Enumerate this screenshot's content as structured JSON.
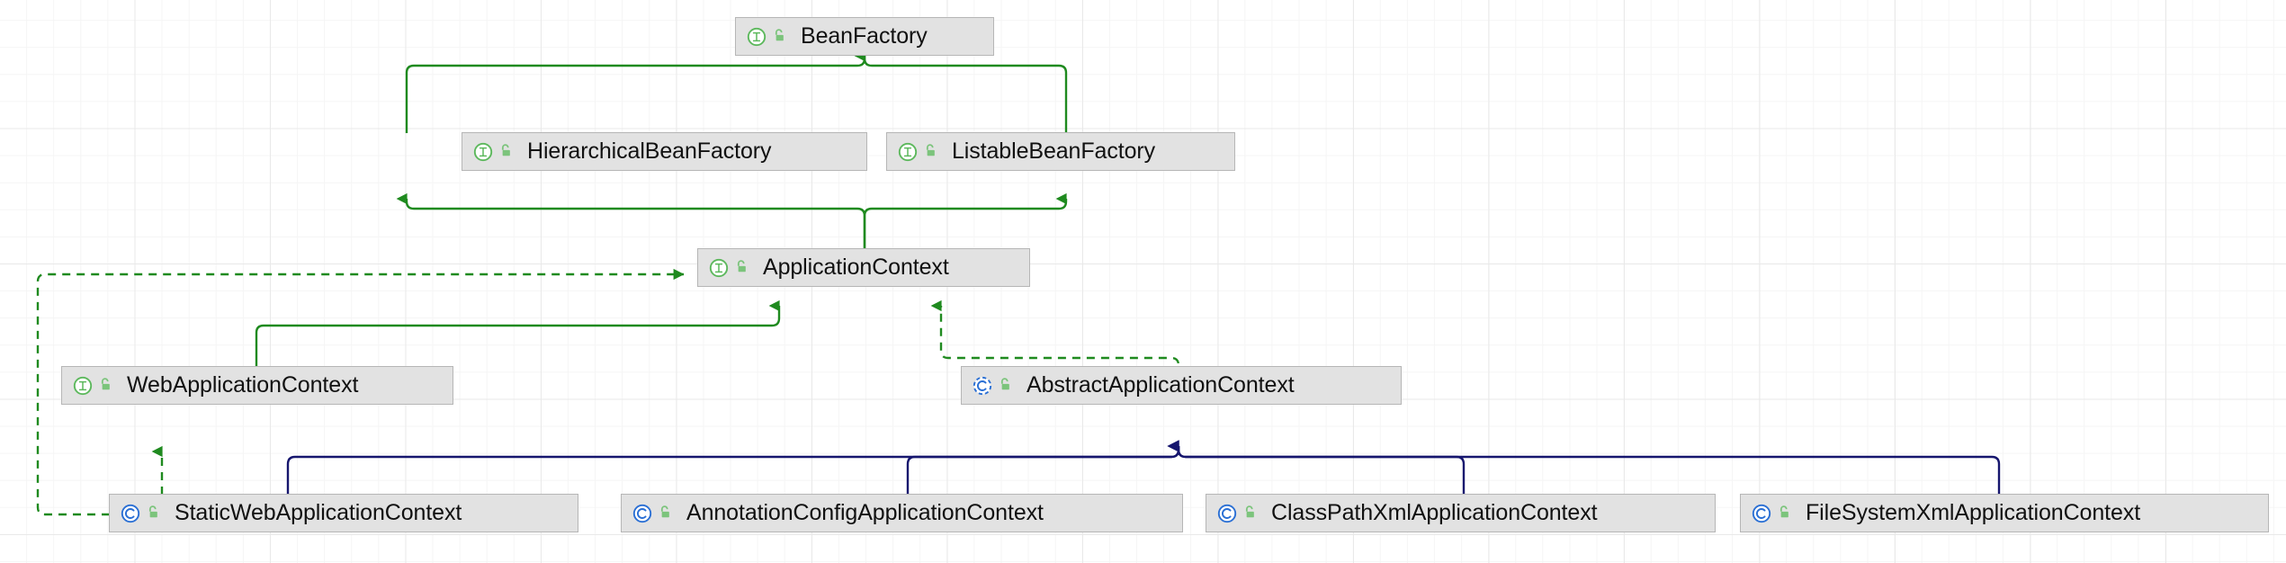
{
  "diagram": {
    "title": "Spring ApplicationContext Class Hierarchy",
    "kind": "uml-class-diagram",
    "background": "#ffffff",
    "grid": {
      "enabled": true,
      "minor_color": "#f5f5f5",
      "major_color": "#e9e9e9",
      "minor_size": 30,
      "major_size": 150
    },
    "colors": {
      "node_fill": "#e2e2e2",
      "node_border": "#b6b6b6",
      "label_text": "#111111",
      "interface_icon": "#5cb85c",
      "class_icon": "#2a6fd4",
      "lock_icon": "#7cc47c",
      "realization_edge": "#1f8a1f",
      "extension_edge": "#1f8a1f",
      "inheritance_edge": "#16166e"
    },
    "nodes": [
      {
        "id": "beanFactory",
        "label": "BeanFactory",
        "stereotype": "interface",
        "icon": "interface-icon",
        "lock": "unlocked-padlock-icon"
      },
      {
        "id": "hierarchicalBeanFactory",
        "label": "HierarchicalBeanFactory",
        "stereotype": "interface",
        "icon": "interface-icon",
        "lock": "unlocked-padlock-icon"
      },
      {
        "id": "listableBeanFactory",
        "label": "ListableBeanFactory",
        "stereotype": "interface",
        "icon": "interface-icon",
        "lock": "unlocked-padlock-icon"
      },
      {
        "id": "applicationContext",
        "label": "ApplicationContext",
        "stereotype": "interface",
        "icon": "interface-icon",
        "lock": "unlocked-padlock-icon"
      },
      {
        "id": "webApplicationContext",
        "label": "WebApplicationContext",
        "stereotype": "interface",
        "icon": "interface-icon",
        "lock": "unlocked-padlock-icon"
      },
      {
        "id": "abstractApplicationContext",
        "label": "AbstractApplicationContext",
        "stereotype": "abstract-class",
        "icon": "abstract-class-icon",
        "lock": "unlocked-padlock-icon"
      },
      {
        "id": "staticWebApplicationContext",
        "label": "StaticWebApplicationContext",
        "stereotype": "class",
        "icon": "class-icon",
        "lock": "unlocked-padlock-icon"
      },
      {
        "id": "annotationConfigApplicationContext",
        "label": "AnnotationConfigApplicationContext",
        "stereotype": "class",
        "icon": "class-icon",
        "lock": "unlocked-padlock-icon"
      },
      {
        "id": "classPathXmlApplicationContext",
        "label": "ClassPathXmlApplicationContext",
        "stereotype": "class",
        "icon": "class-icon",
        "lock": "unlocked-padlock-icon"
      },
      {
        "id": "fileSystemXmlApplicationContext",
        "label": "FileSystemXmlApplicationContext",
        "stereotype": "class",
        "icon": "class-icon",
        "lock": "unlocked-padlock-icon"
      }
    ],
    "edges": [
      {
        "id": "e1",
        "from": "hierarchicalBeanFactory",
        "to": "beanFactory",
        "style": "solid",
        "color": "#1f8a1f",
        "kind": "extends"
      },
      {
        "id": "e2",
        "from": "listableBeanFactory",
        "to": "beanFactory",
        "style": "solid",
        "color": "#1f8a1f",
        "kind": "extends"
      },
      {
        "id": "e3",
        "from": "applicationContext",
        "to": "hierarchicalBeanFactory",
        "style": "solid",
        "color": "#1f8a1f",
        "kind": "extends"
      },
      {
        "id": "e4",
        "from": "applicationContext",
        "to": "listableBeanFactory",
        "style": "solid",
        "color": "#1f8a1f",
        "kind": "extends"
      },
      {
        "id": "e5",
        "from": "webApplicationContext",
        "to": "applicationContext",
        "style": "solid",
        "color": "#1f8a1f",
        "kind": "extends"
      },
      {
        "id": "e6",
        "from": "abstractApplicationContext",
        "to": "applicationContext",
        "style": "dashed",
        "color": "#1f8a1f",
        "kind": "implements"
      },
      {
        "id": "e7",
        "from": "staticWebApplicationContext",
        "to": "applicationContext",
        "style": "dashed",
        "color": "#1f8a1f",
        "kind": "implements"
      },
      {
        "id": "e8",
        "from": "staticWebApplicationContext",
        "to": "webApplicationContext",
        "style": "dashed",
        "color": "#1f8a1f",
        "kind": "implements"
      },
      {
        "id": "e9",
        "from": "staticWebApplicationContext",
        "to": "abstractApplicationContext",
        "style": "solid",
        "color": "#16166e",
        "kind": "inherits"
      },
      {
        "id": "e10",
        "from": "annotationConfigApplicationContext",
        "to": "abstractApplicationContext",
        "style": "solid",
        "color": "#16166e",
        "kind": "inherits"
      },
      {
        "id": "e11",
        "from": "classPathXmlApplicationContext",
        "to": "abstractApplicationContext",
        "style": "solid",
        "color": "#16166e",
        "kind": "inherits"
      },
      {
        "id": "e12",
        "from": "fileSystemXmlApplicationContext",
        "to": "abstractApplicationContext",
        "style": "solid",
        "color": "#16166e",
        "kind": "inherits"
      }
    ]
  }
}
